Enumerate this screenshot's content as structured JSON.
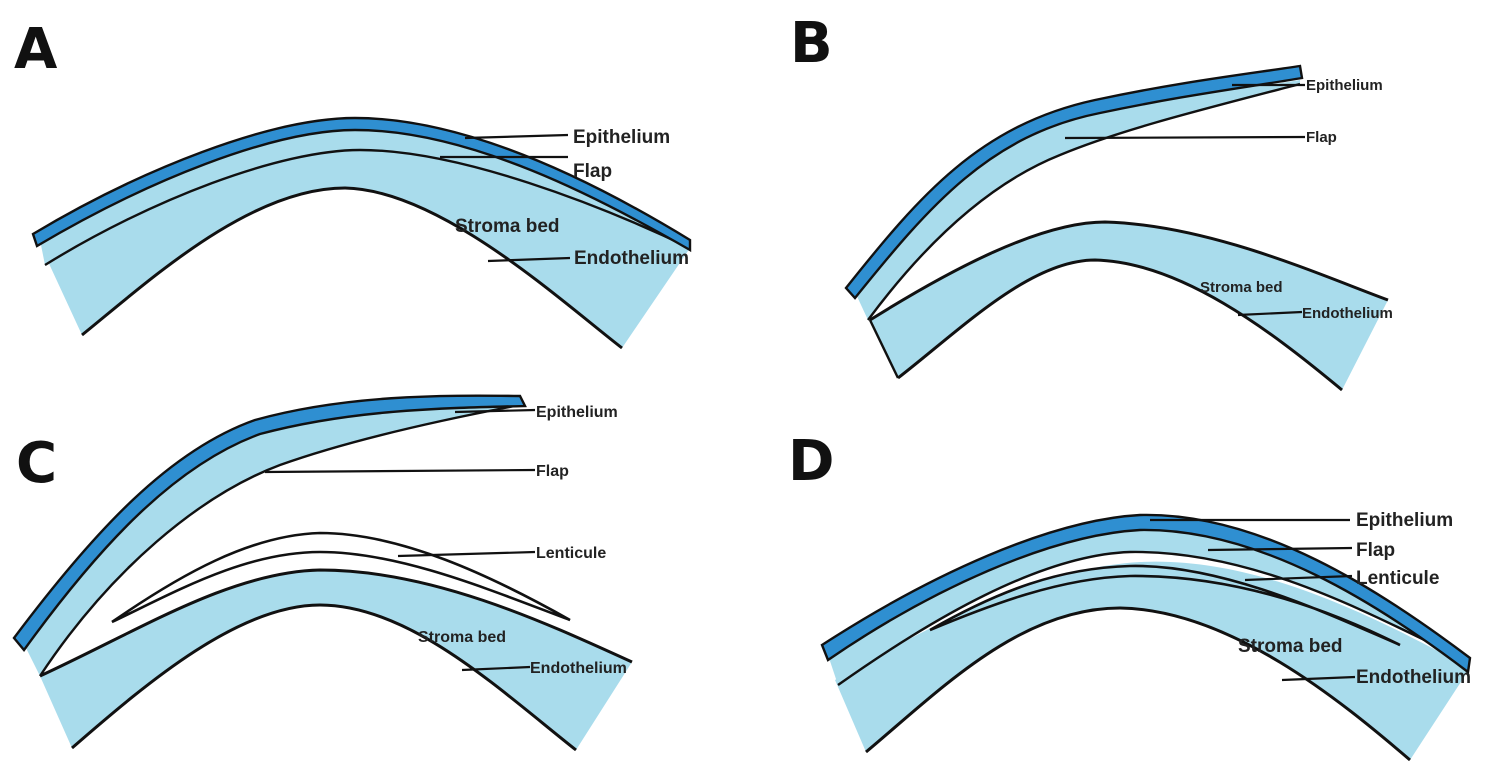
{
  "colors": {
    "stroma": "#a9dcec",
    "epithelium": "#2f8fd1",
    "line": "#111111",
    "background": "#ffffff"
  },
  "panels": {
    "a": {
      "letter": "A",
      "labels": {
        "epithelium": "Epithelium",
        "flap": "Flap",
        "stroma_bed": "Stroma bed",
        "endothelium": "Endothelium"
      }
    },
    "b": {
      "letter": "B",
      "labels": {
        "epithelium": "Epithelium",
        "flap": "Flap",
        "stroma_bed": "Stroma bed",
        "endothelium": "Endothelium"
      }
    },
    "c": {
      "letter": "C",
      "labels": {
        "epithelium": "Epithelium",
        "flap": "Flap",
        "lenticule": "Lenticule",
        "stroma_bed": "Stroma bed",
        "endothelium": "Endothelium"
      }
    },
    "d": {
      "letter": "D",
      "labels": {
        "epithelium": "Epithelium",
        "flap": "Flap",
        "lenticule": "Lenticule",
        "stroma_bed": "Stroma bed",
        "endothelium": "Endothelium"
      }
    }
  }
}
